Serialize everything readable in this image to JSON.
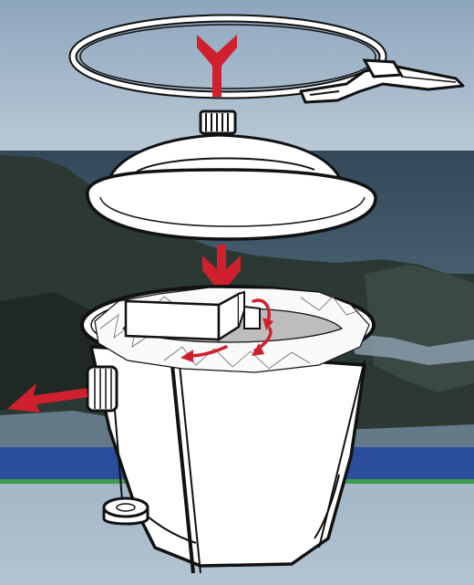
{
  "illustration": {
    "description_free": true,
    "colors": {
      "sky_top": "#8fa7bd",
      "sky_bottom": "#b7c8d6",
      "sea": "#3d5566",
      "rocks": "#2e3a36",
      "blue_band": "#2a4d9c",
      "green_line": "#3f9a4f",
      "lower_bg": "#a9bccb",
      "outline": "#111111",
      "fill": "#ffffff",
      "arrow": "#d0202e"
    },
    "parts": [
      {
        "name": "clamp-ring",
        "icon": "ring-clamp-icon"
      },
      {
        "name": "lid",
        "icon": "dome-lid-icon"
      },
      {
        "name": "bucket",
        "icon": "bucket-icon"
      },
      {
        "name": "filter-bag",
        "icon": "filter-bag-icon"
      },
      {
        "name": "drain-plug",
        "icon": "drain-plug-icon"
      }
    ],
    "arrows": [
      {
        "name": "arrow-down-top",
        "direction": "down"
      },
      {
        "name": "arrow-down-middle",
        "direction": "down"
      },
      {
        "name": "arrow-out-left",
        "direction": "left"
      },
      {
        "name": "arrow-inner-flow",
        "direction": "curved"
      }
    ]
  }
}
